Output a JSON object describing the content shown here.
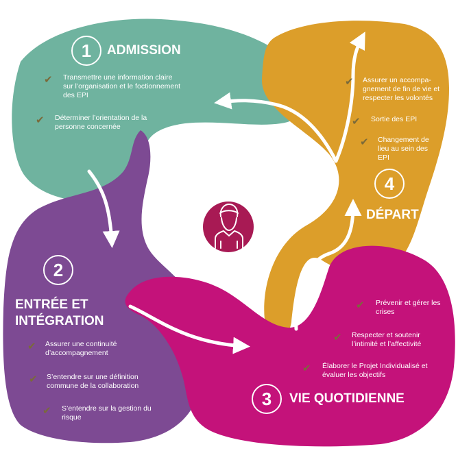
{
  "colors": {
    "admission": "#6fb39f",
    "integration": "#7d4a93",
    "quotidienne": "#c4127a",
    "depart": "#dc9e2a",
    "center": "#a81a54",
    "white": "#ffffff",
    "check": "#7a6a3a"
  },
  "center": {
    "icon": "person-icon"
  },
  "stages": [
    {
      "number": "1",
      "title": "ADMISSION",
      "items": [
        "Transmettre une information claire sur l’organisation et le foctionnement des EPI",
        "Déterminer l’orientation de la personne concernée"
      ]
    },
    {
      "number": "2",
      "title_line1": "ENTRÉE ET",
      "title_line2": "INTÉGRATION",
      "items": [
        "Assurer une continuité d’accompagnement",
        "S’entendre sur une définition commune de la collaboration",
        "S’entendre sur la gestion du risque"
      ]
    },
    {
      "number": "3",
      "title": "VIE QUOTIDIENNE",
      "items": [
        "Prévenir et gérer les crises",
        "Respecter et soutenir l’intimité et l’affectivité",
        "Élaborer le Projet Individualisé et évaluer les objectifs"
      ]
    },
    {
      "number": "4",
      "title": "DÉPART",
      "items": [
        "Assurer un accompa-gnement de fin de vie et respecter les volontés",
        "Sortie des EPI",
        "Changement de lieu au sein des EPI"
      ]
    }
  ]
}
